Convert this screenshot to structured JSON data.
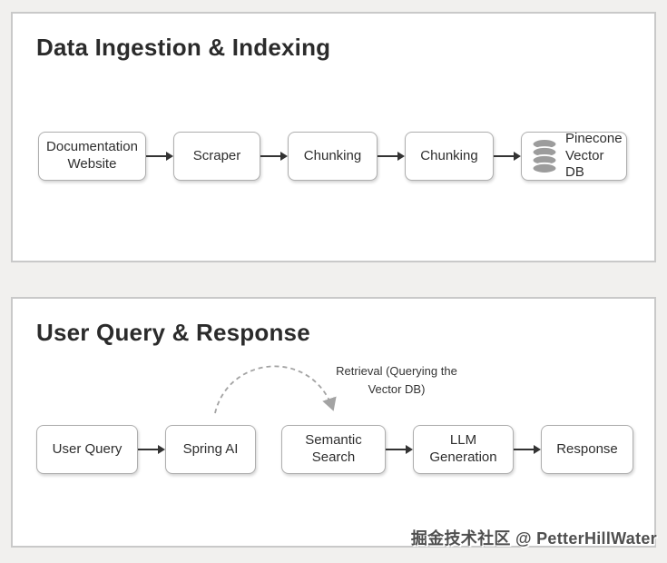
{
  "panels": [
    {
      "title": "Data Ingestion & Indexing",
      "nodes": [
        {
          "label": "Documentation Website"
        },
        {
          "label": "Scraper"
        },
        {
          "label": "Chunking"
        },
        {
          "label": "Chunking"
        },
        {
          "label": "Pinecone Vector DB",
          "icon": "database-icon"
        }
      ]
    },
    {
      "title": "User Query & Response",
      "annotation": "Retrieval (Querying the Vector DB)",
      "nodes": [
        {
          "label": "User Query"
        },
        {
          "label": "Spring AI"
        },
        {
          "label": "Semantic Search"
        },
        {
          "label": "LLM Generation"
        },
        {
          "label": "Response"
        }
      ]
    }
  ],
  "watermark": {
    "text": "掘金技术社区 @ PetterHillWater"
  },
  "colors": {
    "page_bg": "#f1f0ee",
    "panel_bg": "#ffffff",
    "panel_border": "#c9c9c9",
    "node_border": "#aeaeae",
    "solid_arrow": "#333333",
    "dashed_arrow": "#a3a3a3",
    "db_icon": "#9c9c9c",
    "title_text": "#2b2b2b",
    "watermark_text": "#4f4f4f"
  }
}
